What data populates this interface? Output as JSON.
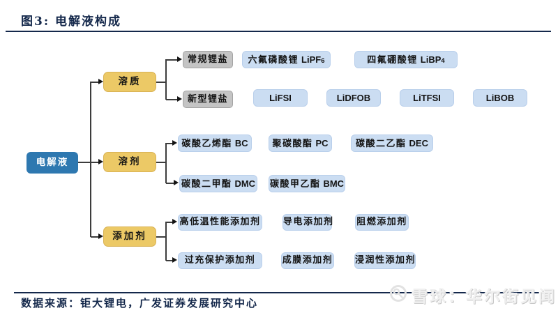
{
  "figure": {
    "title": "图3: 电解液构成"
  },
  "footer": {
    "source": "数据来源：钜大锂电，广发证券发展研究中心"
  },
  "watermark": {
    "label": "雪球：华尔街见闻",
    "icon": "snowball-logo-icon"
  },
  "colors": {
    "root_fill": "#2e78b0",
    "level1_fill": "#ecc966",
    "level1_border": "#d9b254",
    "level2_fill": "#c4c4c4",
    "leaf_fill": "#cbddf2",
    "rule": "#14284b",
    "connector": "#3c3c3c"
  },
  "tree": {
    "root": "电解液",
    "solute": {
      "label": "溶质",
      "regular_salts": {
        "label": "常规锂盐",
        "items": [
          {
            "cn": "六氟磷酸锂",
            "en": "LiPF",
            "sub": "6"
          },
          {
            "cn": "四氟硼酸锂",
            "en": "LiBP",
            "sub": "4"
          }
        ]
      },
      "new_salts": {
        "label": "新型锂盐",
        "items": [
          {
            "en": "LiFSI"
          },
          {
            "en": "LiDFOB"
          },
          {
            "en": "LiTFSI"
          },
          {
            "en": "LiBOB"
          }
        ]
      }
    },
    "solvent": {
      "label": "溶剂",
      "row1": [
        {
          "cn": "碳酸乙烯酯",
          "en": "BC"
        },
        {
          "cn": "聚碳酸酯",
          "en": "PC"
        },
        {
          "cn": "碳酸二乙酯",
          "en": "DEC"
        }
      ],
      "row2": [
        {
          "cn": "碳酸二甲酯",
          "en": "DMC"
        },
        {
          "cn": "碳酸甲乙酯",
          "en": "BMC"
        }
      ]
    },
    "additive": {
      "label": "添加剂",
      "row1": [
        {
          "cn": "高低温性能添加剂"
        },
        {
          "cn": "导电添加剂"
        },
        {
          "cn": "阻燃添加剂"
        }
      ],
      "row2": [
        {
          "cn": "过充保护添加剂"
        },
        {
          "cn": "成膜添加剂"
        },
        {
          "cn": "浸润性添加剂"
        }
      ]
    }
  }
}
